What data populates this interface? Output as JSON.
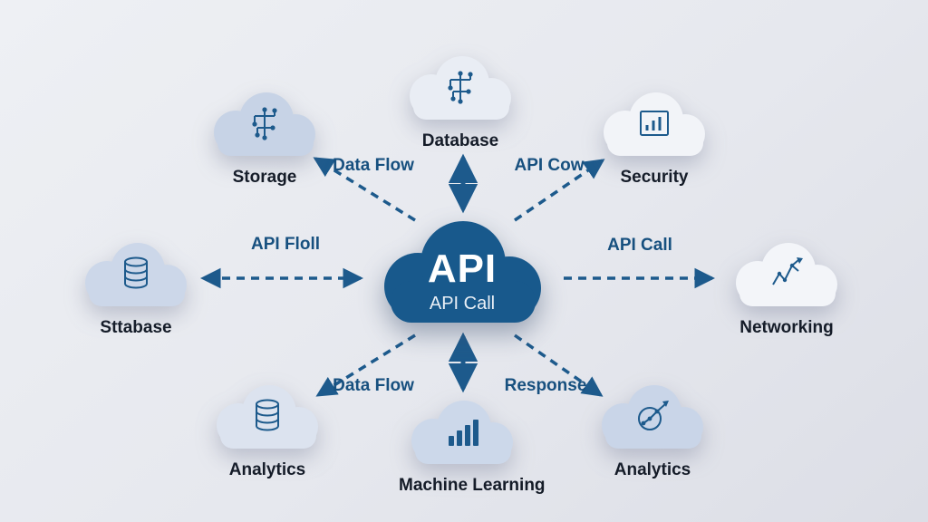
{
  "colors": {
    "accent": "#1d5a8c",
    "center_cloud": "#18598c",
    "background": "#e6e8ee",
    "label_text": "#131a26",
    "edge_label_text": "#17507f"
  },
  "center": {
    "title": "API",
    "subtitle": "API Call"
  },
  "nodes": [
    {
      "id": "storage",
      "label": "Storage",
      "icon": "circuit-icon"
    },
    {
      "id": "database-top",
      "label": "Database",
      "icon": "circuit-icon"
    },
    {
      "id": "security",
      "label": "Security",
      "icon": "bar-chart-frame-icon"
    },
    {
      "id": "sttabase",
      "label": "Sttabase",
      "icon": "database-icon"
    },
    {
      "id": "networking",
      "label": "Networking",
      "icon": "line-chart-icon"
    },
    {
      "id": "analytics-left",
      "label": "Analytics",
      "icon": "database-icon"
    },
    {
      "id": "machine-learning",
      "label": "Machine Learning",
      "icon": "bars-icon"
    },
    {
      "id": "analytics-right",
      "label": "Analytics",
      "icon": "scatter-arrow-icon"
    }
  ],
  "edges": [
    {
      "id": "data-flow-top-left",
      "label": "Data Flow"
    },
    {
      "id": "api-cow-top-right",
      "label": "API Cow"
    },
    {
      "id": "api-floll-left",
      "label": "API Floll"
    },
    {
      "id": "api-call-right",
      "label": "API Call"
    },
    {
      "id": "data-flow-bottom-left",
      "label": "Data Flow"
    },
    {
      "id": "response-bottom-right",
      "label": "Response"
    }
  ]
}
